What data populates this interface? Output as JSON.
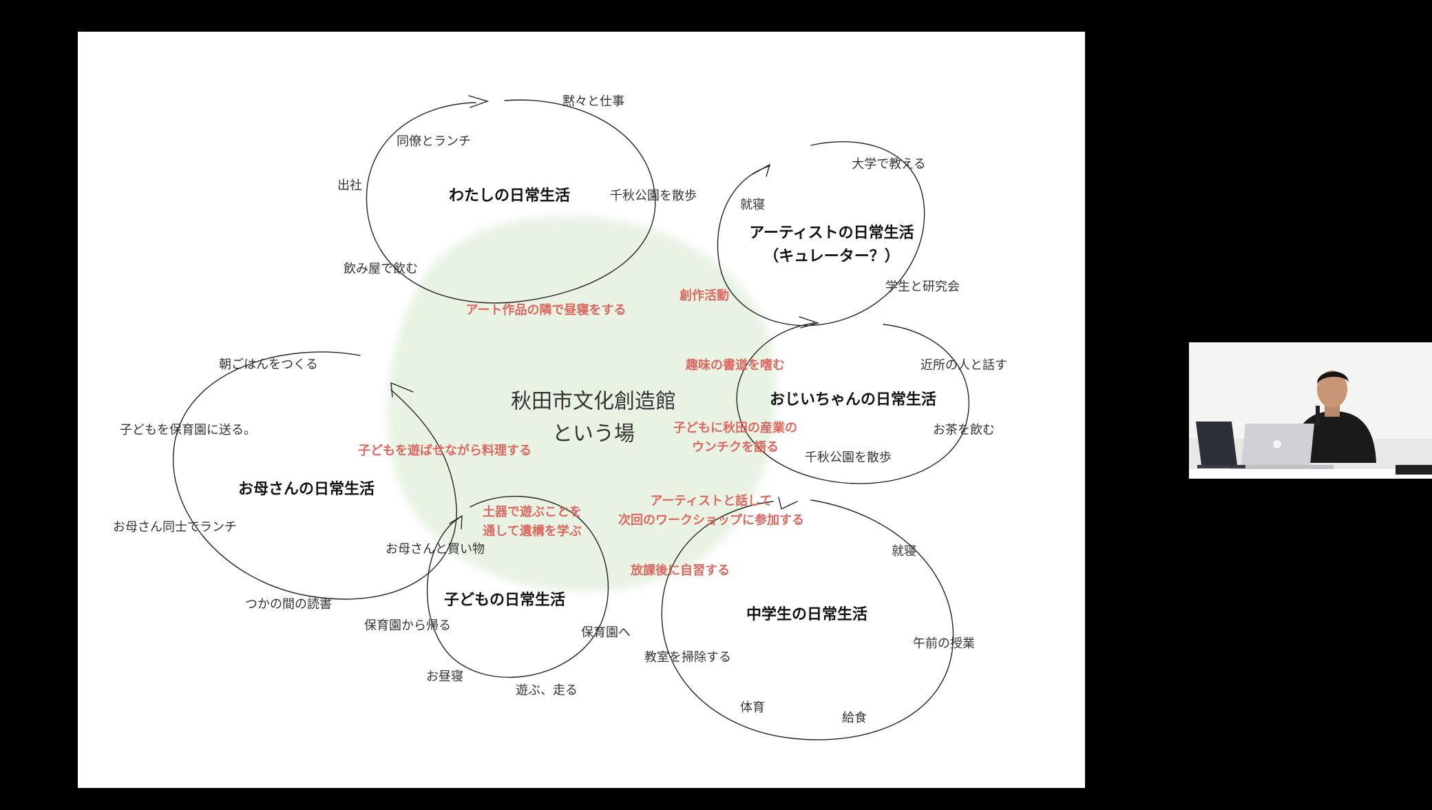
{
  "center": {
    "line1": "秋田市文化創造館",
    "line2": "という場"
  },
  "circles": [
    {
      "id": "watashi",
      "title": [
        "わたしの日常生活"
      ],
      "items": [
        "黙々と仕事",
        "同僚とランチ",
        "出社",
        "千秋公園を散歩",
        "飲み屋で飲む"
      ]
    },
    {
      "id": "artist",
      "title": [
        "アーティストの日常生活",
        "（キュレーター？）"
      ],
      "items": [
        "大学で教える",
        "就寝",
        "学生と研究会"
      ]
    },
    {
      "id": "ojii",
      "title": [
        "おじいちゃんの日常生活"
      ],
      "items": [
        "近所の人と話す",
        "お茶を飲む",
        "千秋公園を散歩"
      ]
    },
    {
      "id": "okaasan",
      "title": [
        "お母さんの日常生活"
      ],
      "items": [
        "朝ごはんをつくる",
        "子どもを保育園に送る。",
        "お母さん同士でランチ",
        "つかの間の読書"
      ]
    },
    {
      "id": "kodomo",
      "title": [
        "子どもの日常生活"
      ],
      "items": [
        "お母さんと買い物",
        "保育園から帰る",
        "保育園へ",
        "お昼寝",
        "遊ぶ、走る"
      ]
    },
    {
      "id": "chuugaku",
      "title": [
        "中学生の日常生活"
      ],
      "items": [
        "就寝",
        "午前の授業",
        "教室を掃除する",
        "体育",
        "給食"
      ]
    }
  ],
  "overlaps": [
    [
      "アート作品の隣で昼寝をする"
    ],
    [
      "創作活動"
    ],
    [
      "趣味の書道を嗜む"
    ],
    [
      "子どもに秋田の産業の",
      "ウンチクを語る"
    ],
    [
      "子どもを遊ばせながら料理する"
    ],
    [
      "土器で遊ぶことを",
      "通して遺構を学ぶ"
    ],
    [
      "アーティストと話して",
      "次回のワークショップに参加する"
    ],
    [
      "放課後に自習する"
    ]
  ],
  "colors": {
    "overlap_text": "#e0675f",
    "center_blob": "#e8f3e4",
    "background": "#000000",
    "slide": "#ffffff"
  }
}
